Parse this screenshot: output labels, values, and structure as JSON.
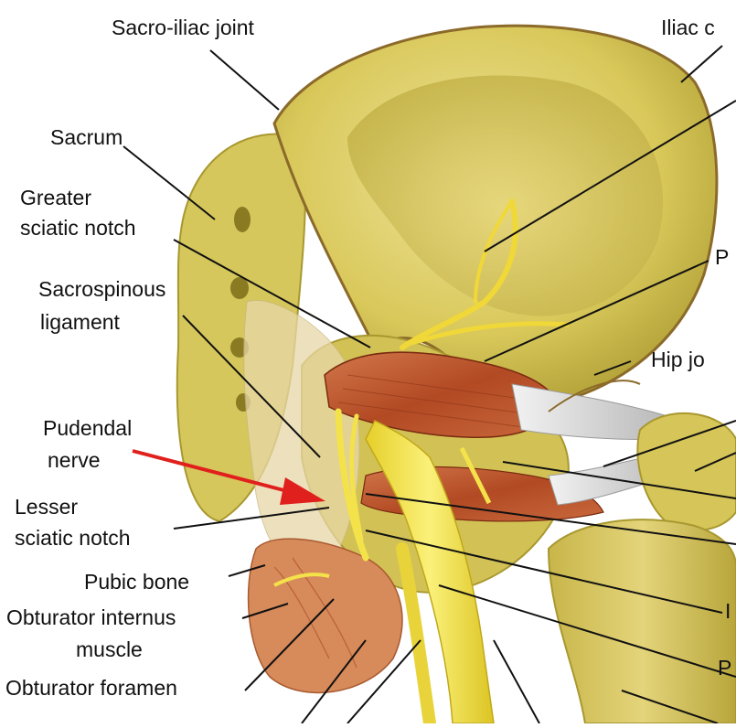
{
  "labels": {
    "sacro_iliac_joint": "Sacro-iliac joint",
    "iliac_crest_partial": "Iliac c",
    "sacrum": "Sacrum",
    "greater_sciatic_notch_1": "Greater",
    "greater_sciatic_notch_2": "sciatic notch",
    "sacrospinous_1": "Sacrospinous",
    "sacrospinous_2": "ligament",
    "pudendal_1": "Pudendal",
    "pudendal_2": "nerve",
    "lesser_1": "Lesser",
    "lesser_2": "sciatic notch",
    "pubic_bone": "Pubic bone",
    "obturator_internus_1": "Obturator internus",
    "obturator_internus_2": "muscle",
    "obturator_foramen": "Obturator foramen",
    "right_p_upper": "P",
    "hip_joint_partial": "Hip jo",
    "right_i": "I",
    "right_p_lower": "P"
  },
  "colors": {
    "bone": "#d9c85a",
    "bone_shadow": "#a8982f",
    "bone_light": "#efe39a",
    "muscle": "#b8552e",
    "tendon": "#dcdcdc",
    "nerve": "#f4e24a",
    "ligament": "#e8d8a8",
    "arrow": "#e0201c",
    "leader": "#111111"
  }
}
